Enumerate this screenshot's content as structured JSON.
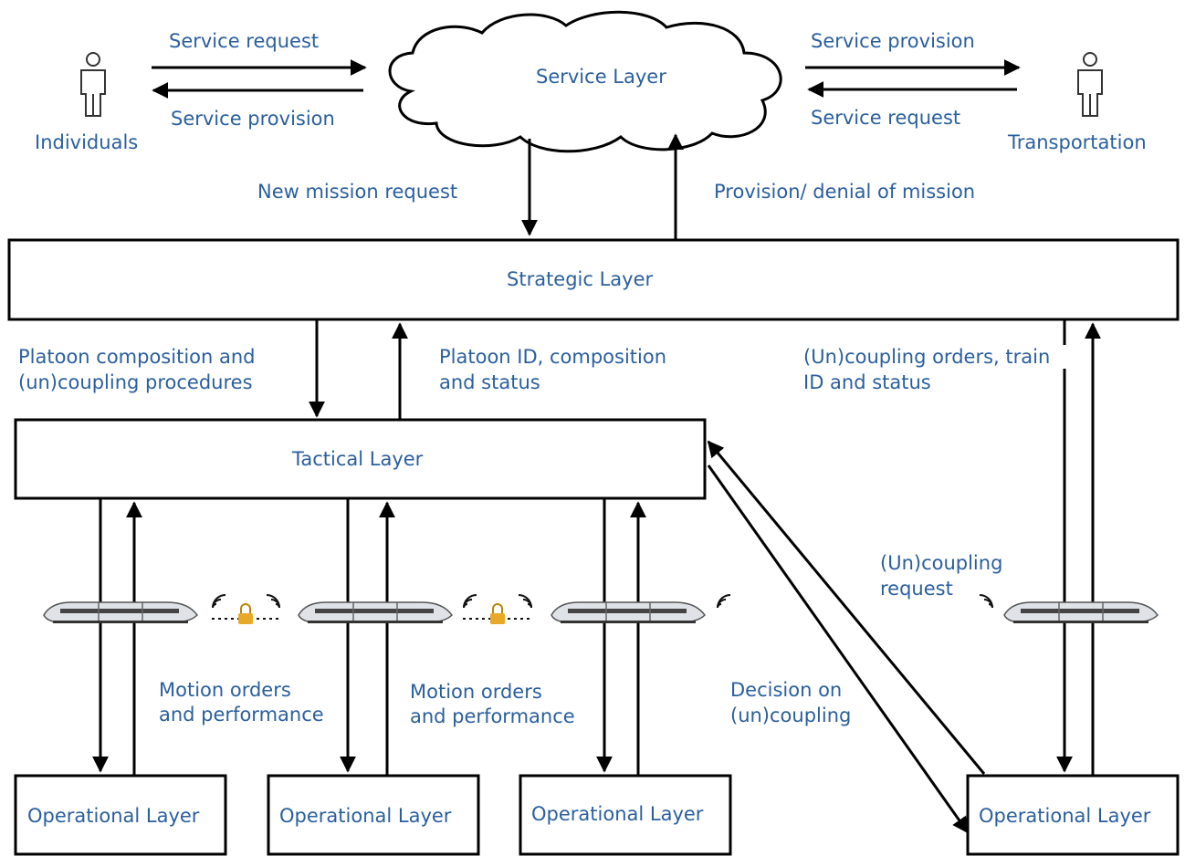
{
  "colors": {
    "text": "#2a5f9e",
    "line": "#000000"
  },
  "top": {
    "service_request_left": "Service request",
    "service_provision_left": "Service provision",
    "individuals": "Individuals",
    "service_layer": "Service Layer",
    "service_provision_right": "Service provision",
    "service_request_right": "Service request",
    "transportation": "Transportation",
    "new_mission_request": "New mission request",
    "provision_denial": "Provision/ denial of mission"
  },
  "strategic": {
    "label": "Strategic Layer",
    "platoon_comp_1": "Platoon composition and",
    "platoon_comp_2": "(un)coupling procedures",
    "platoon_id_1": "Platoon ID, composition",
    "platoon_id_2": "and status",
    "uncoupling_orders_1": "(Un)coupling orders, train",
    "uncoupling_orders_2": "ID and status"
  },
  "tactical": {
    "label": "Tactical Layer",
    "uncoupling_request_1": "(Un)coupling",
    "uncoupling_request_2": "request",
    "motion_1a": "Motion orders",
    "motion_1b": "and performance",
    "motion_2a": "Motion orders",
    "motion_2b": "and performance",
    "decision_1": "Decision on",
    "decision_2": "(un)coupling"
  },
  "operational": [
    {
      "label": "Operational Layer"
    },
    {
      "label": "Operational Layer"
    },
    {
      "label": "Operational Layer"
    },
    {
      "label": "Operational Layer"
    }
  ],
  "icons": [
    "person-icon",
    "cloud-icon",
    "train-icon",
    "wifi-signal-icon",
    "lock-icon"
  ]
}
